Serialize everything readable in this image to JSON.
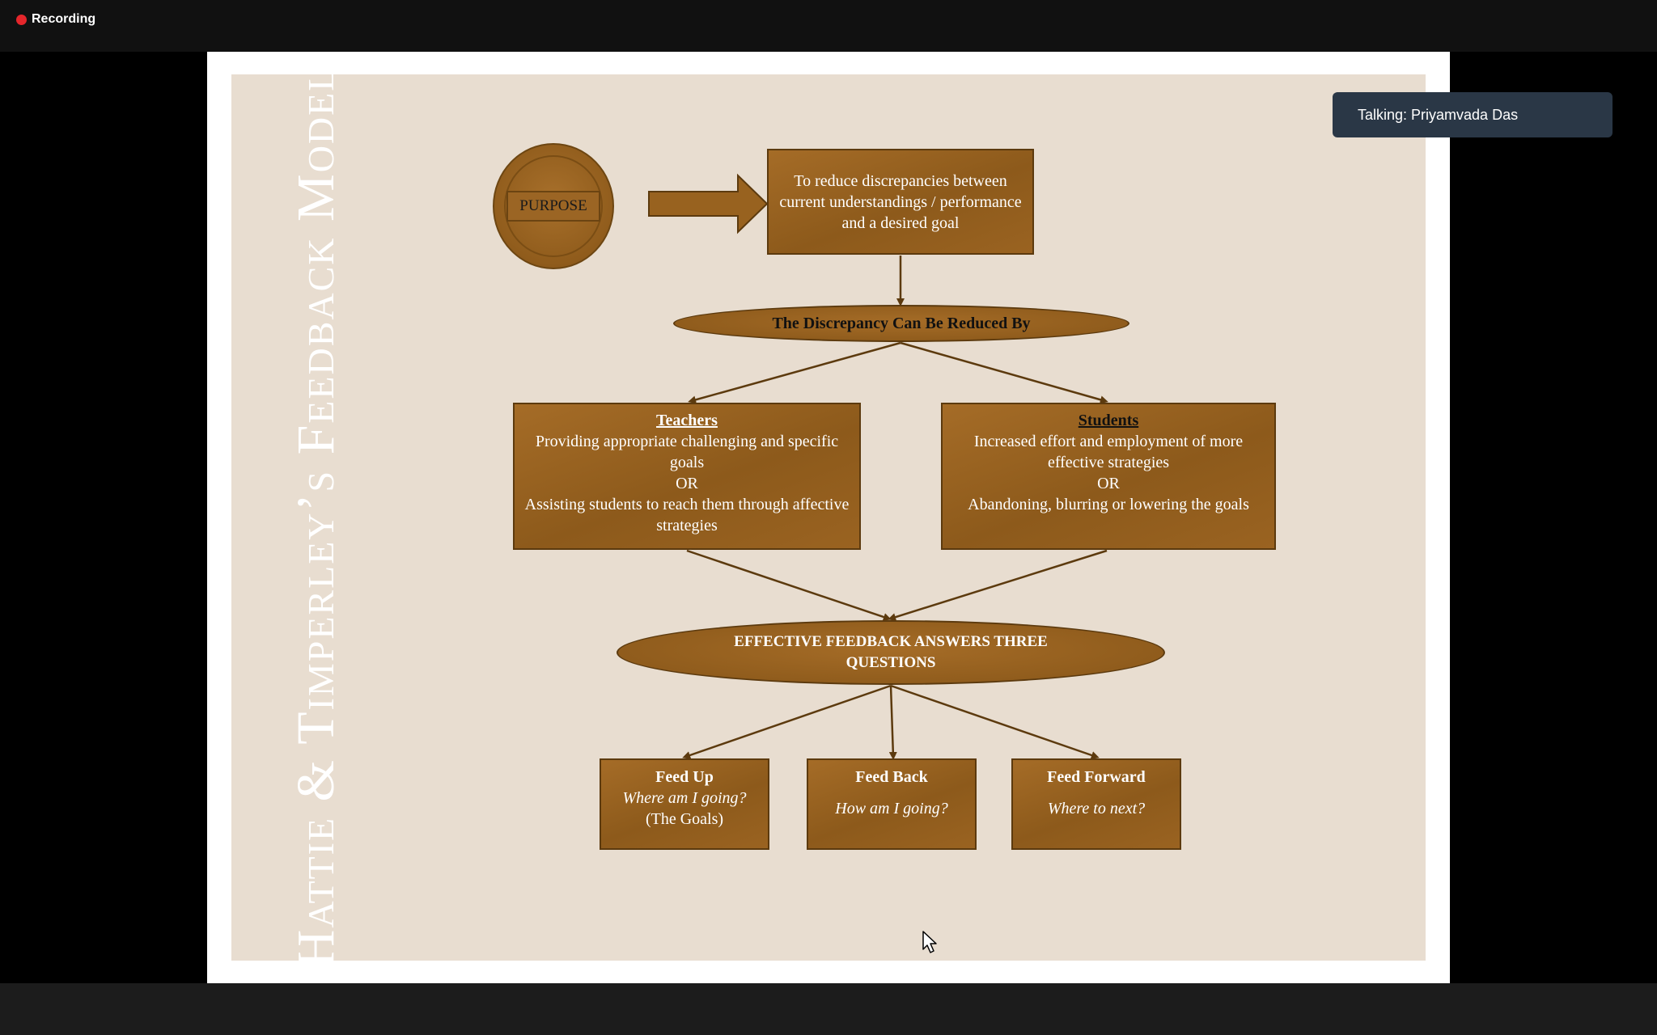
{
  "recording": {
    "label": "Recording",
    "color": "#e5262b"
  },
  "talking": {
    "label": "Talking: Priyamvada Das"
  },
  "slide": {
    "title": "Hattie & Timperley’s Feedback Model",
    "purpose_label": "PURPOSE",
    "goal_text": "To reduce discrepancies between current understandings / performance and a desired goal",
    "discrepancy_label": "The Discrepancy Can Be Reduced By",
    "teachers": {
      "heading": "Teachers",
      "line1": "Providing appropriate challenging and specific goals",
      "or": "OR",
      "line2": "Assisting students to reach them through affective strategies"
    },
    "students": {
      "heading": "Students",
      "line1": "Increased effort and employment of more effective strategies",
      "or": "OR",
      "line2": "Abandoning, blurring or lowering the goals"
    },
    "effective_label": "EFFECTIVE FEEDBACK ANSWERS THREE QUESTIONS",
    "questions": [
      {
        "heading": "Feed Up",
        "question": "Where am I going?",
        "note": "(The Goals)"
      },
      {
        "heading": "Feed Back",
        "question": "How am I going?",
        "note": ""
      },
      {
        "heading": "Feed Forward",
        "question": "Where to next?",
        "note": ""
      }
    ],
    "colors": {
      "background": "#e8ddd0",
      "box_fill": "#98621f",
      "box_border": "#5c3a0e",
      "connector": "#5c3a0e"
    }
  }
}
